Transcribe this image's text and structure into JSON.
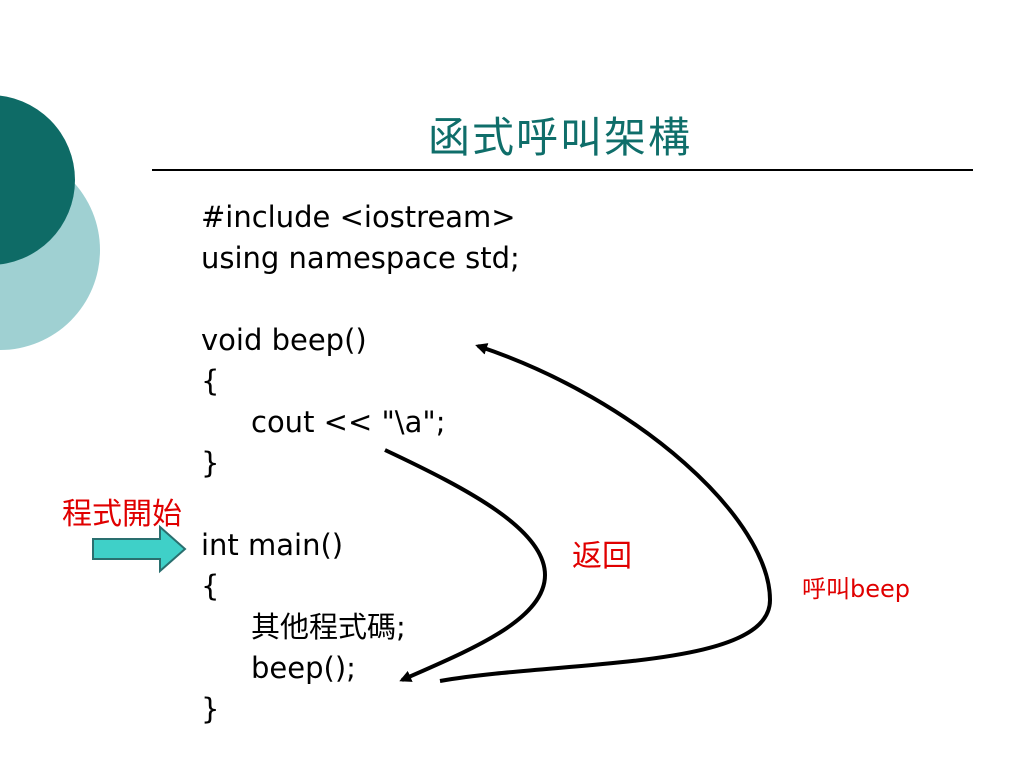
{
  "slide": {
    "title": "函式呼叫架構",
    "code_lines": [
      "#include <iostream>",
      "using namespace std;",
      "",
      "void beep()",
      "{",
      "cout << \"\\a\";",
      "}",
      "",
      "int main()",
      "{",
      "其他程式碼;",
      "beep();",
      "}"
    ],
    "annotations": {
      "program_start": "程式開始",
      "return": "返回",
      "call_beep": "呼叫beep"
    }
  },
  "colors": {
    "title": "#0f6e6a",
    "annotation": "#e00000",
    "deco_dark": "#0e6b66",
    "deco_light": "#9fd0d2",
    "start_arrow_fill": "#3fd0c8"
  }
}
